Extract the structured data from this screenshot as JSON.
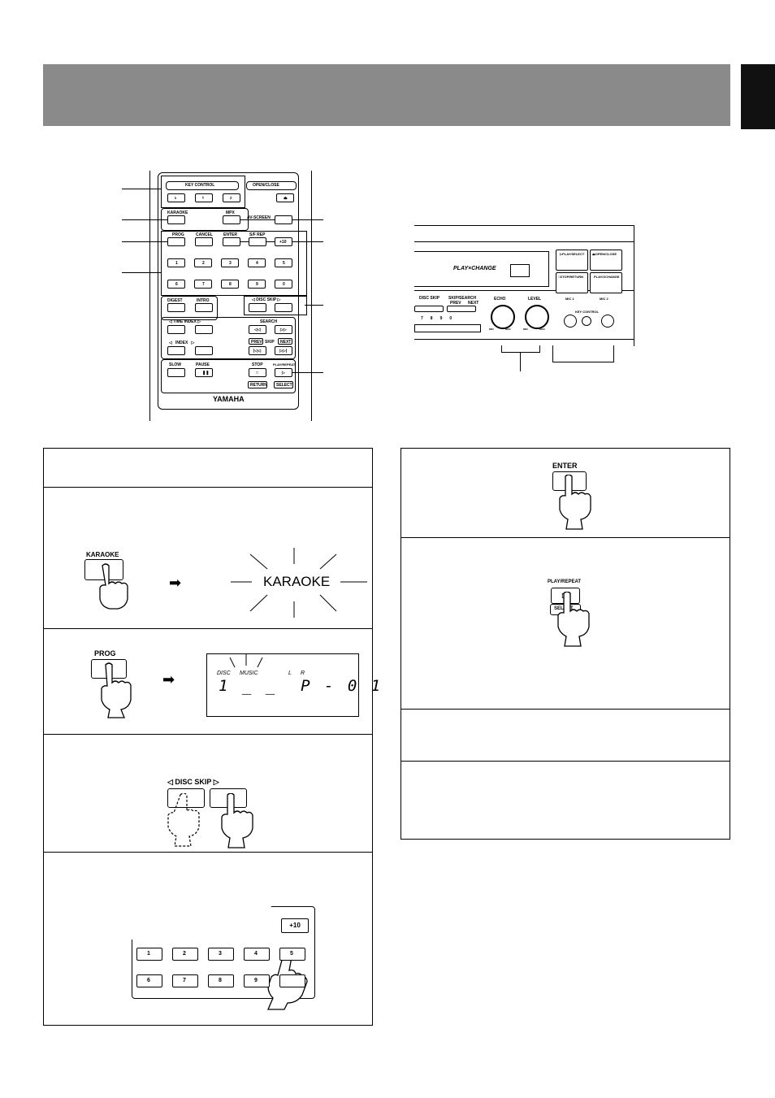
{
  "page": {
    "side_tab_color": "#111111",
    "header_color": "#8a8a8a"
  },
  "remote": {
    "key_control": "KEY CONTROL",
    "open_close": "OPEN/CLOSE",
    "karaoke": "KARAOKE",
    "mpx": "MPX",
    "av_screen": "AV-SCREEN",
    "prog": "PROG",
    "cancel": "CANCEL",
    "enter": "ENTER",
    "sf_rep": "S/F REP",
    "plus10": "+10",
    "numbers_row1": [
      "1",
      "2",
      "3",
      "4",
      "5"
    ],
    "numbers_row2": [
      "6",
      "7",
      "8",
      "9",
      "0"
    ],
    "digest": "DIGEST",
    "intro": "INTRO",
    "disc_skip": "DISC SKIP",
    "time_index": "TIME INDEX",
    "index": "INDEX",
    "search": "SEARCH",
    "prev": "PREV",
    "skip": "SKIP",
    "next": "NEXT",
    "slow": "SLOW",
    "pause": "PAUSE",
    "stop": "STOP",
    "play_repeat": "PLAY/REPEAT",
    "return": "RETURN",
    "select": "SELECT",
    "brand": "YAMAHA"
  },
  "player": {
    "logo": "PLAY×CHANGE",
    "play_select": "PLAY/SELECT",
    "open_close": "OPEN/CLOSE",
    "stop_return": "STOP/RETURN",
    "play_xchange": "PLAY/XCHANGE",
    "disc_skip": "DISC SKIP",
    "skip_search": "SKIP/SEARCH",
    "prev": "PREV",
    "next": "NEXT",
    "key_control": "KEY CONTROL",
    "echo": "ECHO",
    "level": "LEVEL",
    "mic1": "MIC 1",
    "mic2": "MIC 2",
    "min": "MIN",
    "max": "MAX",
    "numbers": [
      "7",
      "8",
      "9",
      "0"
    ]
  },
  "steps": {
    "karaoke_button": "KARAOKE",
    "karaoke_display": "KARAOKE",
    "prog_button": "PROG",
    "lcd_disc": "DISC",
    "lcd_music": "MUSIC",
    "lcd_l": "L",
    "lcd_r": "R",
    "lcd_digits": "1 _ _  P - 0 1",
    "disc_skip": "DISC SKIP",
    "plus10": "+10",
    "keypad_row1": [
      "1",
      "2",
      "3",
      "4",
      "5"
    ],
    "keypad_row2": [
      "6",
      "7",
      "8",
      "9"
    ],
    "enter_button": "ENTER",
    "play_repeat": "PLAY/REPEAT",
    "select": "SELECT"
  }
}
